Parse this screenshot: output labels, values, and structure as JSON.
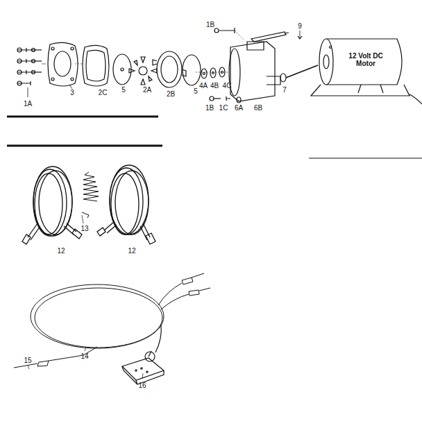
{
  "diagram": {
    "labels": [
      "1B",
      "9",
      "12 Volt DC Motor",
      "1A",
      "3",
      "2C",
      "5",
      "2A",
      "2B",
      "5",
      "4A",
      "4B",
      "4C",
      "7",
      "6B",
      "1B",
      "1C",
      "6A",
      "13",
      "12",
      "12",
      "14",
      "15",
      "16"
    ]
  }
}
